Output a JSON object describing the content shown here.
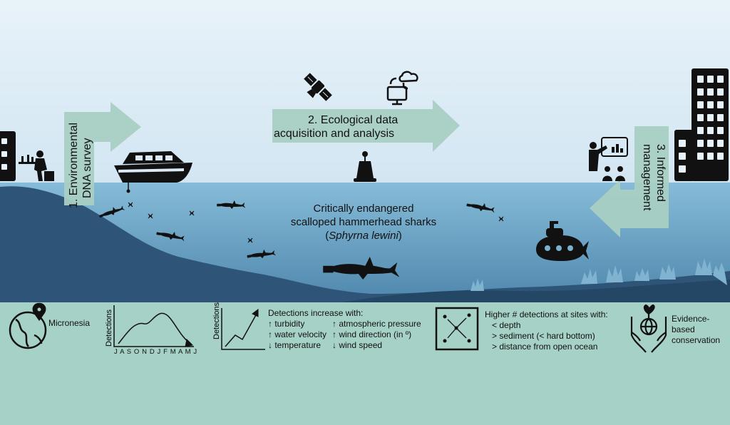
{
  "steps": {
    "step1": [
      "1. Environmental",
      "DNA survey"
    ],
    "step2": [
      "2. Ecological data",
      "acquisition and analysis"
    ],
    "step3": [
      "3. Informed",
      "management"
    ]
  },
  "species": {
    "line1": "Critically endangered",
    "line2": "scalloped hammerhead sharks",
    "latin": "Sphyrna lewini"
  },
  "panel": {
    "location": "Micronesia",
    "seasonal": {
      "ylabel": "Detections",
      "months": "J A S O N D J F M A M J"
    },
    "trend": {
      "ylabel": "Detections",
      "title": "Detections increase with:",
      "left": [
        "↑ turbidity",
        "↑ water velocity",
        "↓ temperature"
      ],
      "right": [
        "↑ atmospheric pressure",
        "↑ wind direction (in º)",
        "↓ wind speed"
      ]
    },
    "sites": {
      "title": "Higher # detections at sites with:",
      "items": [
        "< depth",
        "> sediment (< hard bottom)",
        "> distance from open ocean"
      ]
    },
    "evidence": [
      "Evidence-",
      "based",
      "conservation"
    ]
  },
  "colors": {
    "sky": "#dbeaf4",
    "water": "#7ab1cf",
    "seafloor": "#2e5577",
    "arrow": "#a9cfc3",
    "panel": "#a6d1c6",
    "icon": "#111111"
  }
}
